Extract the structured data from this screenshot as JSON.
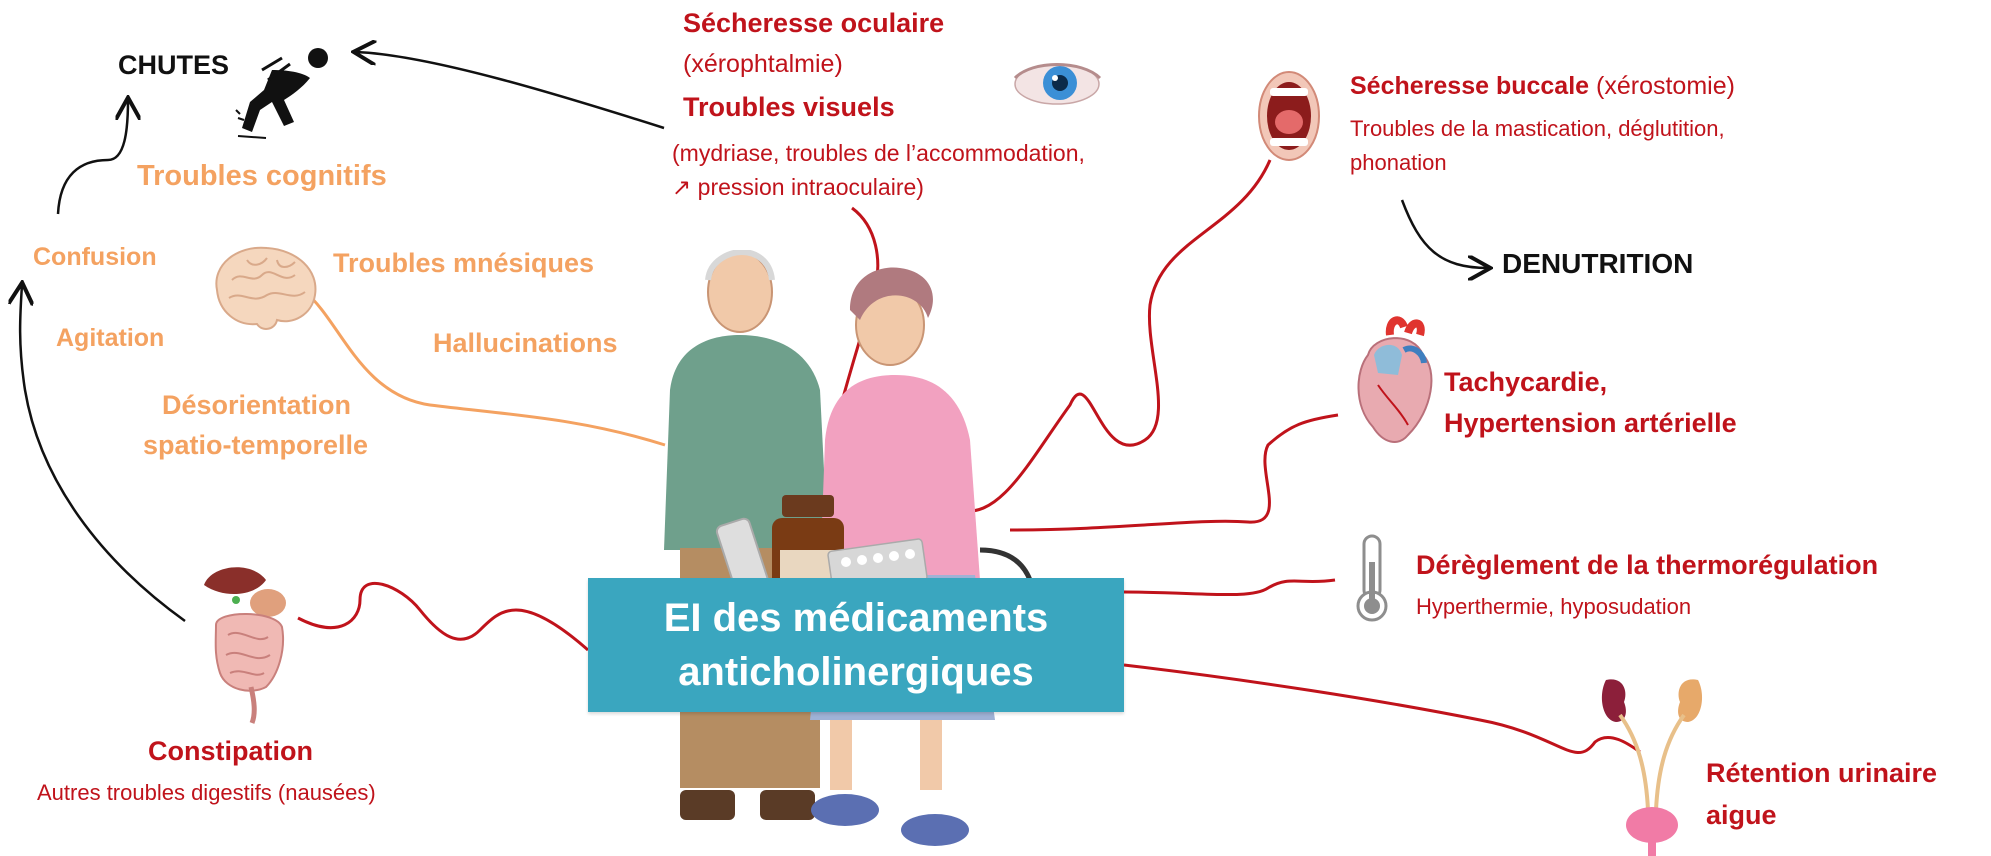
{
  "center": {
    "line1": "EI des médicaments",
    "line2": "anticholinergiques"
  },
  "chutes": "CHUTES",
  "denutrition": "DENUTRITION",
  "cognitive": {
    "troubles_cognitifs": "Troubles cognitifs",
    "confusion": "Confusion",
    "agitation": "Agitation",
    "troubles_mnesiques": "Troubles mnésiques",
    "hallucinations": "Hallucinations",
    "desorientation_1": "Désorientation",
    "desorientation_2": "spatio-temporelle"
  },
  "ocular": {
    "title": "Sécheresse oculaire",
    "xerophtalmie": "(xérophtalmie)",
    "troubles_visuels": "Troubles visuels",
    "detail_1": "(mydriase, troubles de l’accommodation,",
    "detail_2": "↗ pression intraoculaire)"
  },
  "buccal": {
    "title": "Sécheresse buccale",
    "xerostomie": "(xérostomie)",
    "detail_1": "Troubles de la mastication, déglutition,",
    "detail_2": "phonation"
  },
  "cardiac": {
    "line1": "Tachycardie,",
    "line2": "Hypertension artérielle"
  },
  "thermo": {
    "title": "Dérèglement de la thermorégulation",
    "detail": "Hyperthermie, hyposudation"
  },
  "urinary": {
    "line1": "Rétention urinaire",
    "line2": "aigue"
  },
  "digestive": {
    "title": "Constipation",
    "detail": "Autres troubles digestifs (nausées)"
  },
  "colors": {
    "red": "#c0131b",
    "orange": "#f4a261",
    "black": "#111111",
    "box": "#3aa6bf"
  },
  "icons": [
    "falling-person-icon",
    "eye-icon",
    "brain-icon",
    "mouth-icon",
    "heart-icon",
    "thermometer-icon",
    "kidneys-icon",
    "digestive-system-icon",
    "elderly-couple-illustration",
    "medicine-bottle-icon",
    "pill-blister-icon"
  ]
}
